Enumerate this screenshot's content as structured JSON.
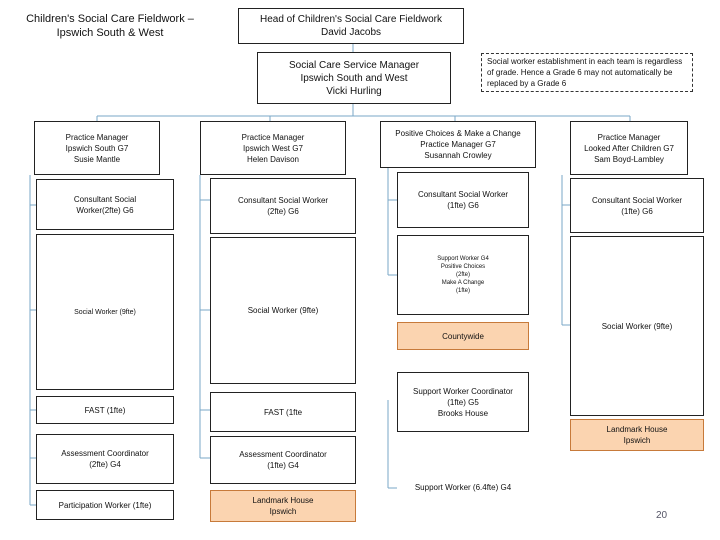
{
  "title": "Children's Social Care Fieldwork –\nIpswich South & West",
  "head": "Head of Children's Social Care Fieldwork\nDavid Jacobs",
  "service_manager": "Social Care Service Manager\nIpswich South and West\nVicki Hurling",
  "note": "Social worker establishment in each team is regardless of grade.  Hence a Grade 6 may not automatically be replaced by a Grade 6",
  "teams": [
    {
      "manager": "Practice Manager\nIpswich South G7\nSusie Mantle",
      "consultant": "Consultant Social\nWorker(2fte) G6",
      "social_worker": "Social Worker (9fte)",
      "fast": "FAST (1fte)",
      "assessment": "Assessment Coordinator\n(2fte) G4",
      "participation": "Participation Worker (1fte)"
    },
    {
      "manager": "Practice Manager\nIpswich West G7\nHelen Davison",
      "consultant": "Consultant Social Worker\n(2fte) G6",
      "social_worker": "Social Worker (9fte)",
      "fast": "FAST (1fte",
      "assessment": "Assessment Coordinator\n(1fte) G4",
      "location": "Landmark House\nIpswich"
    },
    {
      "manager": "Positive Choices & Make a Change\nPractice Manager G7\nSusannah Crowley",
      "consultant": "Consultant Social Worker\n(1fte) G6",
      "support_worker": "Support Worker G4\nPositive Choices\n(2fte)\nMake A Change\n(1fte)",
      "countywide": "Countywide",
      "coordinator": "Support Worker Coordinator\n(1fte) G5\nBrooks House",
      "support_worker_2": "Support Worker (6.4fte) G4"
    },
    {
      "manager": "Practice Manager\nLooked After Children G7\nSam Boyd-Lambley",
      "consultant": "Consultant Social Worker\n(1fte) G6",
      "social_worker": "Social Worker (9fte)",
      "location": "Landmark House\nIpswich"
    }
  ],
  "page_number": "20"
}
